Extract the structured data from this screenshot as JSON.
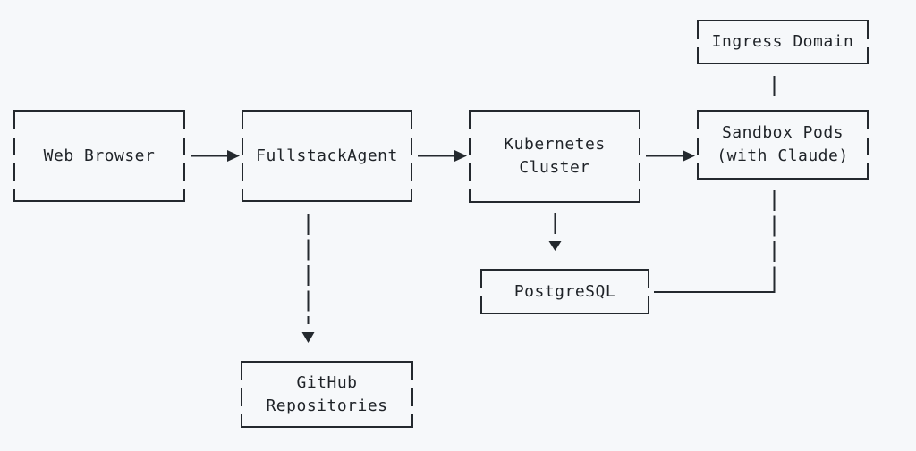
{
  "diagram": {
    "type": "flowchart",
    "background_color": "#f6f8fa",
    "line_color": "#24292e",
    "text_color": "#1f2328",
    "nodes": [
      {
        "id": "web-browser",
        "lines": [
          "Web Browser",
          ""
        ]
      },
      {
        "id": "fullstack-agent",
        "lines": [
          "FullstackAgent",
          ""
        ]
      },
      {
        "id": "kubernetes-cluster",
        "lines": [
          "Kubernetes",
          "Cluster"
        ]
      },
      {
        "id": "ingress-domain",
        "lines": [
          "Ingress Domain",
          ""
        ]
      },
      {
        "id": "sandbox-pods",
        "lines": [
          "Sandbox Pods",
          "(with Claude)"
        ]
      },
      {
        "id": "postgresql",
        "lines": [
          "PostgreSQL",
          ""
        ]
      },
      {
        "id": "github-repositories",
        "lines": [
          "GitHub",
          "Repositories"
        ]
      }
    ],
    "edges": [
      {
        "from": "web-browser",
        "to": "fullstack-agent",
        "connector": "solid-arrow-right"
      },
      {
        "from": "fullstack-agent",
        "to": "kubernetes-cluster",
        "connector": "solid-arrow-right"
      },
      {
        "from": "kubernetes-cluster",
        "to": "sandbox-pods",
        "connector": "solid-arrow-right"
      },
      {
        "from": "ingress-domain",
        "to": "sandbox-pods",
        "connector": "plain-line-down"
      },
      {
        "from": "fullstack-agent",
        "to": "github-repositories",
        "connector": "dashed-arrow-down"
      },
      {
        "from": "kubernetes-cluster",
        "to": "postgresql",
        "connector": "dashed-arrow-down"
      },
      {
        "from": "sandbox-pods",
        "to": "postgresql",
        "connector": "dashed-elbow-line"
      }
    ]
  }
}
